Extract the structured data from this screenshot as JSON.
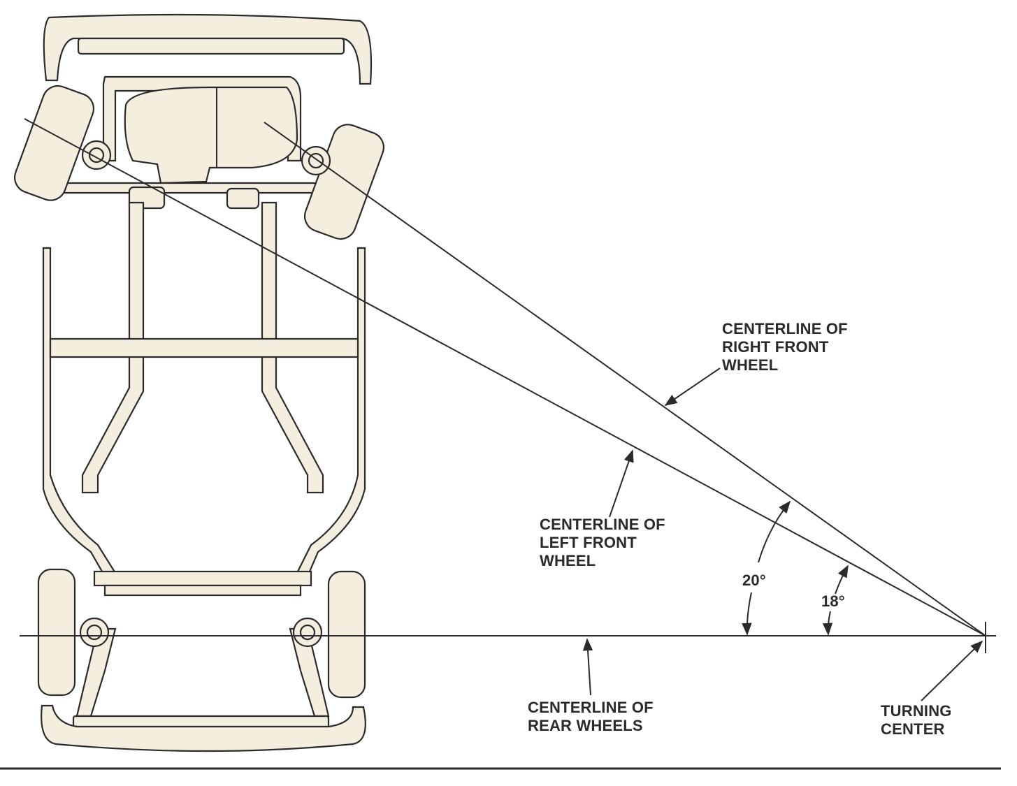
{
  "labels": {
    "right_front": [
      "CENTERLINE OF",
      "RIGHT FRONT",
      "WHEEL"
    ],
    "left_front": [
      "CENTERLINE OF",
      "LEFT FRONT",
      "WHEEL"
    ],
    "rear": [
      "CENTERLINE OF",
      "REAR WHEELS"
    ],
    "turning_center": [
      "TURNING",
      "CENTER"
    ],
    "angle_left": "20°",
    "angle_right": "18°"
  },
  "colors": {
    "ink": "#2b2b2b",
    "part_fill": "#f4eedf"
  }
}
